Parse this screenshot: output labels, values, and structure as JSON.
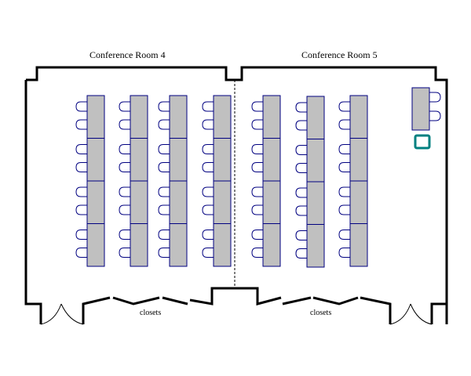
{
  "rooms": [
    {
      "name": "Conference Room 4"
    },
    {
      "name": "Conference Room 5"
    }
  ],
  "closets": [
    {
      "label": "closets"
    },
    {
      "label": "closets"
    }
  ],
  "colors": {
    "wall": "#000000",
    "table_fill": "#c0c0c0",
    "table_stroke": "#000080",
    "chair_stroke": "#000080",
    "podium": "#008080",
    "divider": "#000000"
  },
  "room4": {
    "table_columns": 4,
    "tables_per_column": 4,
    "chairs_per_table": 2
  },
  "room5": {
    "table_columns": 3,
    "tables_per_column": 4,
    "chairs_per_table": 2,
    "head_table": {
      "chairs": 2
    },
    "podium": "podium"
  }
}
